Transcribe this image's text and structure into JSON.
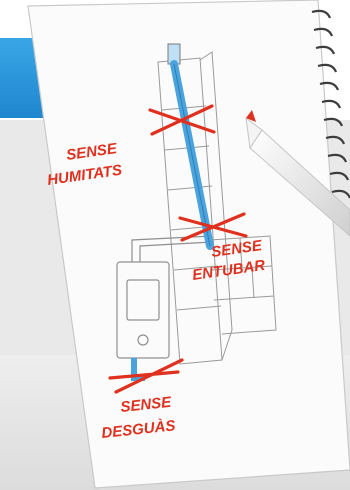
{
  "labels": {
    "humitats_line1": "SENSE",
    "humitats_line2": "HUMITATS",
    "entubar_line1": "SENSE",
    "entubar_line2": "ENTUBAR",
    "desguas_line1": "SENSE",
    "desguas_line2": "DESGUÀS"
  },
  "colors": {
    "annotation_red": "#e0301e",
    "pipe_blue": "#4aa3dc",
    "brand_blue": "#2a95da"
  },
  "icons": {
    "notebook": "spiral-notebook-illustration",
    "pen": "marker-pen"
  }
}
